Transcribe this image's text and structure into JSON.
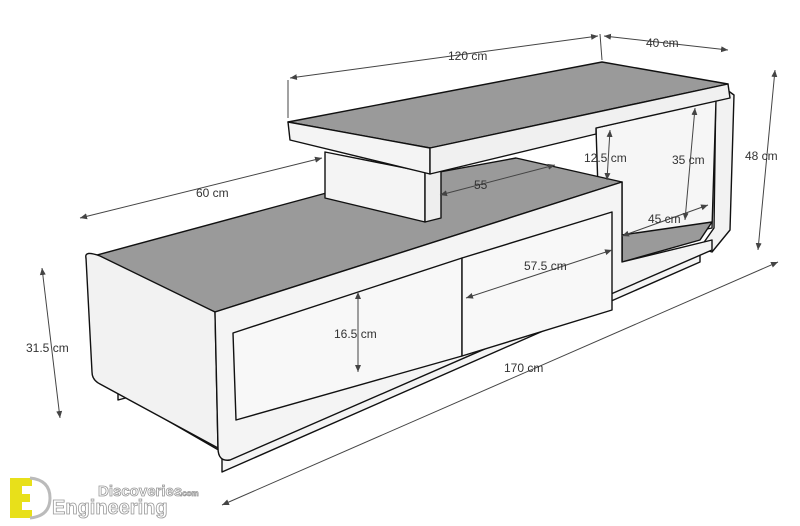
{
  "colors": {
    "top_face": "#9a9a9a",
    "side_face": "#f2f2f2",
    "outline": "#111111",
    "dimension": "#444444",
    "logo_accent": "#e8e01a"
  },
  "dimensions": {
    "top_length": "120 cm",
    "top_depth": "40 cm",
    "total_height": "48 cm",
    "lower_depth": "60 cm",
    "support_width": "55",
    "gap_height": "12.5 cm",
    "open_height": "35 cm",
    "open_width": "45 cm",
    "drawer_width": "57.5 cm",
    "drawer_height": "16.5 cm",
    "body_height": "31.5 cm",
    "total_length": "170 cm"
  },
  "logo": {
    "line1": "Discoveries",
    "suffix": ".com",
    "line2": "Engineering"
  }
}
